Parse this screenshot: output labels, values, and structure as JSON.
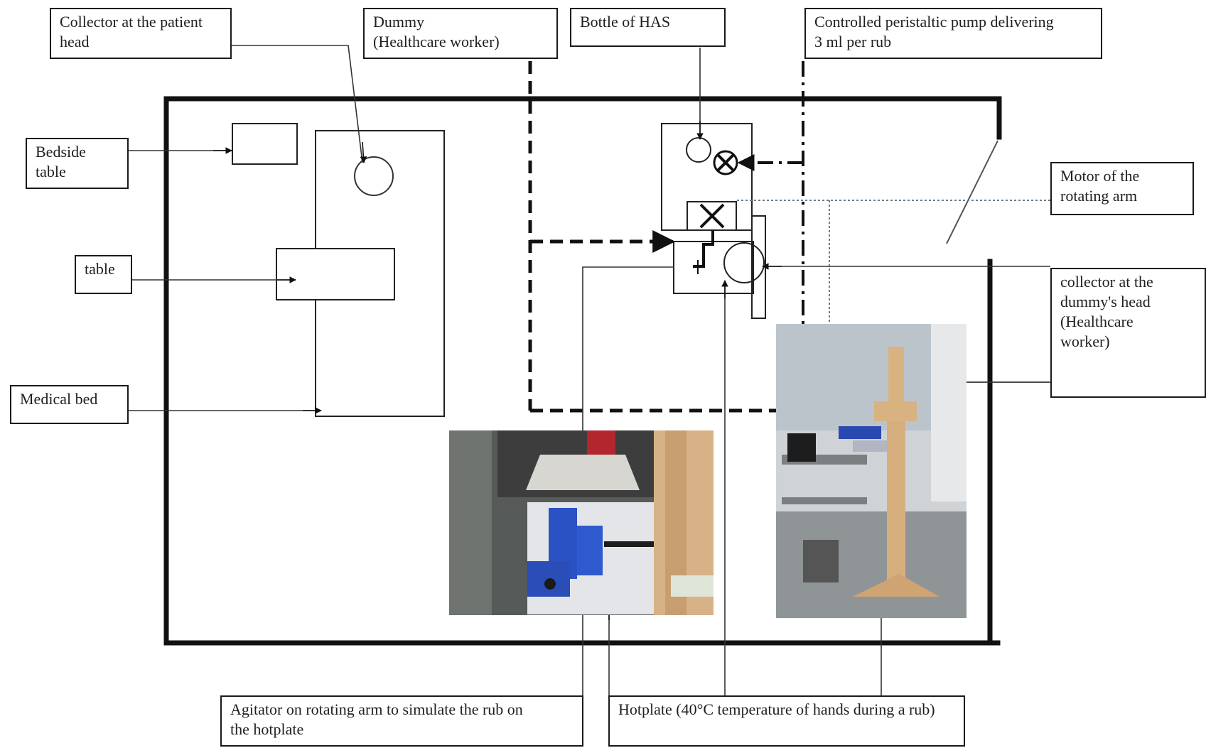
{
  "labels": {
    "collector_patient": "Collector at the patient\nhead",
    "dummy": "Dummy\n(Healthcare worker)",
    "bottle_has": "Bottle of HAS",
    "pump": "Controlled peristaltic pump delivering\n3 ml per rub",
    "bedside_table": "Bedside\ntable",
    "motor": "Motor of the\nrotating arm",
    "table": "table",
    "collector_dummy": "collector at the\ndummy's head\n(Healthcare\nworker)",
    "medical_bed": "Medical bed",
    "agitator": "Agitator on rotating arm to simulate the rub on\nthe hotplate",
    "hotplate": "Hotplate (40°C temperature of hands during a rub)"
  },
  "photos": {
    "left": {
      "subject": "top-view photo of agitator and hotplate"
    },
    "right": {
      "subject": "photo of wooden dummy with equipment cart"
    }
  },
  "colors": {
    "line": "#111111",
    "text": "#1f1f1f",
    "dotted_connector": "#6a7c8a"
  }
}
